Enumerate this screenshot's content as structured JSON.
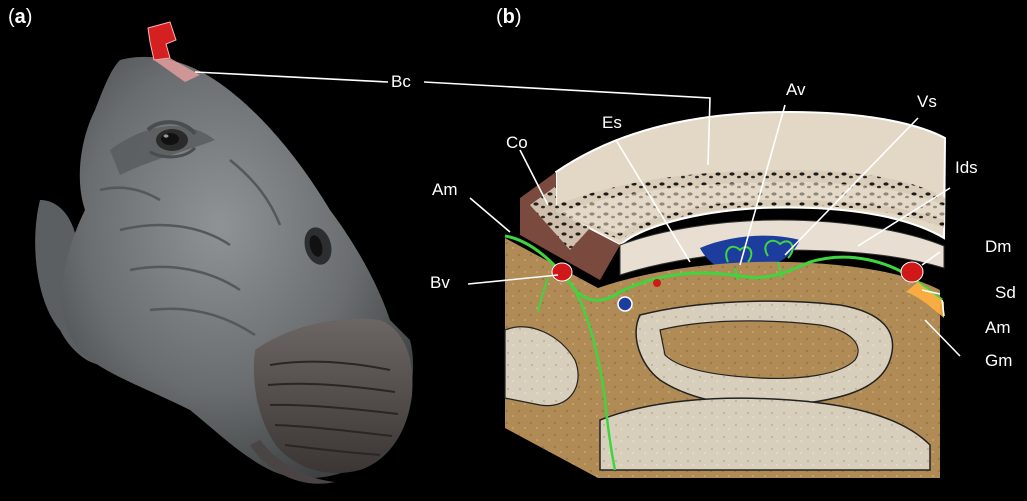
{
  "panels": [
    {
      "tag_open": "(",
      "tag_letter": "a",
      "tag_close": ")"
    },
    {
      "tag_open": "(",
      "tag_letter": "b",
      "tag_close": ")"
    }
  ],
  "labels": {
    "bc": "Bc",
    "co": "Co",
    "es": "Es",
    "av": "Av",
    "vs": "Vs",
    "ids": "Ids",
    "am_left": "Am",
    "dm": "Dm",
    "bv": "Bv",
    "sd": "Sd",
    "am_right": "Am",
    "gm": "Gm"
  },
  "colors": {
    "background": "#000000",
    "skin": "#6d7072",
    "bone": "#e4d9c8",
    "brain": "#b08a52",
    "venous_sinus": "#1d3d9e",
    "artery": "#d01818",
    "arachnoid": "#3fd53f",
    "leader": "#ffffff"
  }
}
